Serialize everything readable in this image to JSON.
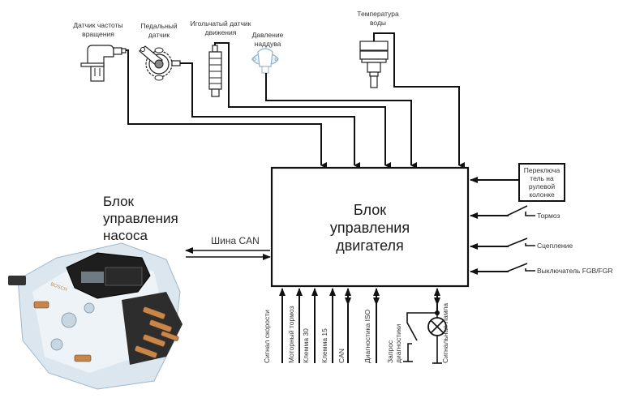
{
  "sensors": {
    "speed": [
      "Датчик частоты",
      "вращения"
    ],
    "pedal": [
      "Педальный",
      "датчик"
    ],
    "needle": [
      "Игольчатый датчик",
      "движения"
    ],
    "boost": [
      "Давление",
      "наддува"
    ],
    "water_temp": [
      "Температура",
      "воды"
    ]
  },
  "ecu": {
    "title": [
      "Блок",
      "управления",
      "двигателя"
    ]
  },
  "pump": {
    "title": [
      "Блок",
      "управления",
      "насоса"
    ],
    "brand": "BOSCH"
  },
  "can_bus": {
    "label": "Шина CAN"
  },
  "right_inputs": {
    "steering_switch": [
      "Переключа",
      "тель на",
      "рулевой",
      "колонке"
    ],
    "brake": "Тормоз",
    "clutch": "Сцепление",
    "fgb_switch": "Выключатель FGB/FGR"
  },
  "bottom_signals": {
    "speed_signal": "Сигнал скорости",
    "engine_brake": "Моторный тормоз",
    "terminal_30": "Клемма 30",
    "terminal_15": "Клемма 15",
    "can": "CAN",
    "diag_iso": "Диагностика ISO",
    "diag_request": [
      "Запрос",
      "диагностики"
    ],
    "warning_lamp": "Сигнальная лампа"
  },
  "colors": {
    "line": "#111111",
    "sensor_blue": "#8fb3cc",
    "pump_body": "#dbe6ef",
    "pump_module": "#1e1e1e",
    "pump_accent": "#c8864a"
  }
}
